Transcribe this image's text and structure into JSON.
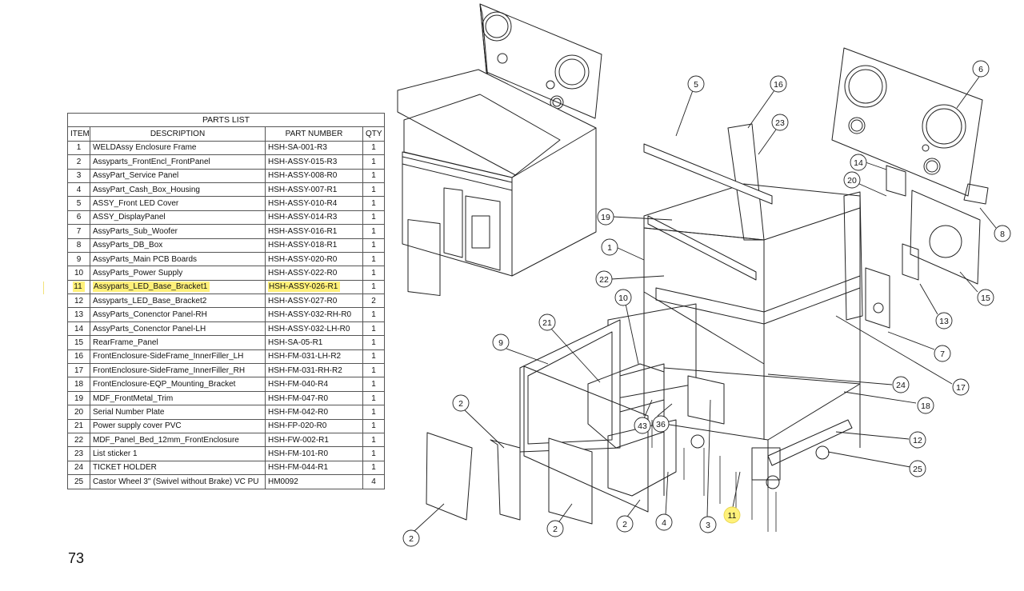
{
  "parts_list": {
    "title": "PARTS LIST",
    "headers": {
      "item": "ITEM",
      "description": "DESCRIPTION",
      "part_number": "PART NUMBER",
      "qty": "QTY"
    },
    "rows": [
      {
        "item": "1",
        "description": "WELDAssy Enclosure Frame",
        "part_number": "HSH-SA-001-R3",
        "qty": "1",
        "highlight": false
      },
      {
        "item": "2",
        "description": "Assyparts_FrontEncl_FrontPanel",
        "part_number": "HSH-ASSY-015-R3",
        "qty": "1",
        "highlight": false
      },
      {
        "item": "3",
        "description": "AssyPart_Service Panel",
        "part_number": "HSH-ASSY-008-R0",
        "qty": "1",
        "highlight": false
      },
      {
        "item": "4",
        "description": "AssyPart_Cash_Box_Housing",
        "part_number": "HSH-ASSY-007-R1",
        "qty": "1",
        "highlight": false
      },
      {
        "item": "5",
        "description": "ASSY_Front LED Cover",
        "part_number": "HSH-ASSY-010-R4",
        "qty": "1",
        "highlight": false
      },
      {
        "item": "6",
        "description": "ASSY_DisplayPanel",
        "part_number": "HSH-ASSY-014-R3",
        "qty": "1",
        "highlight": false
      },
      {
        "item": "7",
        "description": "AssyParts_Sub_Woofer",
        "part_number": "HSH-ASSY-016-R1",
        "qty": "1",
        "highlight": false
      },
      {
        "item": "8",
        "description": "AssyParts_DB_Box",
        "part_number": "HSH-ASSY-018-R1",
        "qty": "1",
        "highlight": false
      },
      {
        "item": "9",
        "description": "AssyParts_Main PCB Boards",
        "part_number": "HSH-ASSY-020-R0",
        "qty": "1",
        "highlight": false
      },
      {
        "item": "10",
        "description": "AssyParts_Power Supply",
        "part_number": "HSH-ASSY-022-R0",
        "qty": "1",
        "highlight": false
      },
      {
        "item": "11",
        "description": "Assyparts_LED_Base_Bracket1",
        "part_number": "HSH-ASSY-026-R1",
        "qty": "1",
        "highlight": true
      },
      {
        "item": "12",
        "description": "Assyparts_LED_Base_Bracket2",
        "part_number": "HSH-ASSY-027-R0",
        "qty": "2",
        "highlight": false
      },
      {
        "item": "13",
        "description": "AssyParts_Conenctor Panel-RH",
        "part_number": "HSH-ASSY-032-RH-R0",
        "qty": "1",
        "highlight": false
      },
      {
        "item": "14",
        "description": "AssyParts_Conenctor Panel-LH",
        "part_number": "HSH-ASSY-032-LH-R0",
        "qty": "1",
        "highlight": false
      },
      {
        "item": "15",
        "description": "RearFrame_Panel",
        "part_number": "HSH-SA-05-R1",
        "qty": "1",
        "highlight": false
      },
      {
        "item": "16",
        "description": "FrontEnclosure-SideFrame_InnerFiller_LH",
        "part_number": "HSH-FM-031-LH-R2",
        "qty": "1",
        "highlight": false
      },
      {
        "item": "17",
        "description": "FrontEnclosure-SideFrame_InnerFiller_RH",
        "part_number": "HSH-FM-031-RH-R2",
        "qty": "1",
        "highlight": false
      },
      {
        "item": "18",
        "description": "FrontEnclosure-EQP_Mounting_Bracket",
        "part_number": "HSH-FM-040-R4",
        "qty": "1",
        "highlight": false
      },
      {
        "item": "19",
        "description": "MDF_FrontMetal_Trim",
        "part_number": "HSH-FM-047-R0",
        "qty": "1",
        "highlight": false
      },
      {
        "item": "20",
        "description": "Serial Number Plate",
        "part_number": "HSH-FM-042-R0",
        "qty": "1",
        "highlight": false
      },
      {
        "item": "21",
        "description": "Power supply cover  PVC",
        "part_number": "HSH-FP-020-R0",
        "qty": "1",
        "highlight": false
      },
      {
        "item": "22",
        "description": "MDF_Panel_Bed_12mm_FrontEnclosure",
        "part_number": "HSH-FW-002-R1",
        "qty": "1",
        "highlight": false
      },
      {
        "item": "23",
        "description": "List sticker 1",
        "part_number": "HSH-FM-101-R0",
        "qty": "1",
        "highlight": false
      },
      {
        "item": "24",
        "description": "TICKET HOLDER",
        "part_number": "HSH-FM-044-R1",
        "qty": "1",
        "highlight": false
      },
      {
        "item": "25",
        "description": "Castor Wheel 3\" (Swivel without Brake) VC PU",
        "part_number": "HM0092",
        "qty": "4",
        "highlight": false
      }
    ]
  },
  "page_number": "73",
  "callouts": [
    {
      "label": "5"
    },
    {
      "label": "16"
    },
    {
      "label": "6"
    },
    {
      "label": "23"
    },
    {
      "label": "14"
    },
    {
      "label": "20"
    },
    {
      "label": "8"
    },
    {
      "label": "19"
    },
    {
      "label": "1"
    },
    {
      "label": "22"
    },
    {
      "label": "15"
    },
    {
      "label": "10"
    },
    {
      "label": "13"
    },
    {
      "label": "21"
    },
    {
      "label": "9"
    },
    {
      "label": "7"
    },
    {
      "label": "17"
    },
    {
      "label": "24"
    },
    {
      "label": "2"
    },
    {
      "label": "18"
    },
    {
      "label": "43"
    },
    {
      "label": "36"
    },
    {
      "label": "12"
    },
    {
      "label": "25"
    },
    {
      "label": "2"
    },
    {
      "label": "4"
    },
    {
      "label": "3"
    },
    {
      "label": "2"
    },
    {
      "label": "2"
    },
    {
      "label": "11",
      "highlight": true
    }
  ],
  "colors": {
    "highlight": "#fff17a",
    "line": "#222222",
    "border": "#555555"
  }
}
